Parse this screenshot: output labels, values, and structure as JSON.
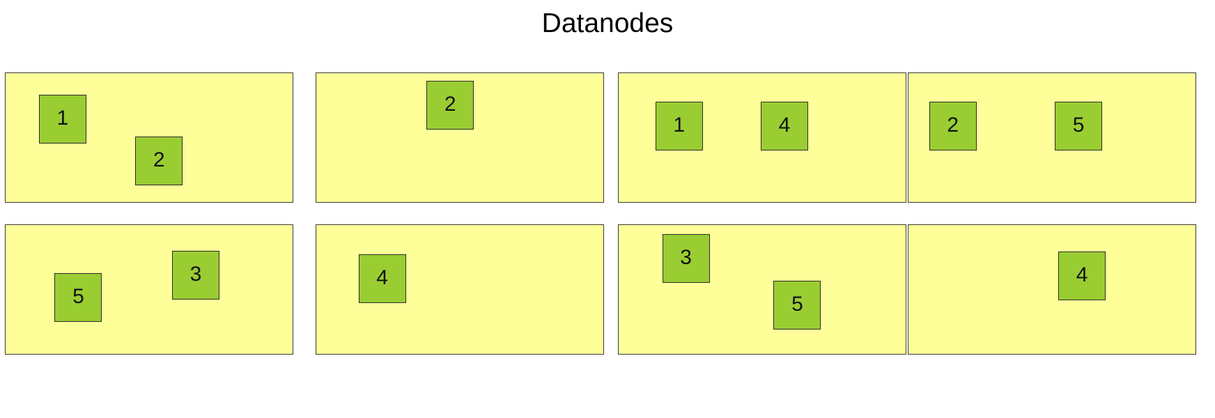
{
  "figure": {
    "title": "Datanodes",
    "colors": {
      "panel_fill": "#ffff99",
      "panel_border": "#3a3a3a",
      "block_fill": "#9acd32",
      "block_border": "#2b2b2b",
      "text": "#000000",
      "background": "#ffffff"
    }
  },
  "chart_data": {
    "type": "diagram",
    "title": "Datanodes",
    "xlabel": "",
    "ylabel": "",
    "grid": false,
    "legend": false,
    "layout": {
      "rows": 2,
      "columns": 4,
      "panels": 8
    },
    "panels": [
      {
        "index": 0,
        "row": 0,
        "column": 0,
        "blocks": [
          {
            "label": "1",
            "x_pct": 11.6,
            "y_pct": 16.6
          },
          {
            "label": "2",
            "x_pct": 45.2,
            "y_pct": 49.2
          }
        ]
      },
      {
        "index": 1,
        "row": 0,
        "column": 1,
        "blocks": [
          {
            "label": "2",
            "x_pct": 38.4,
            "y_pct": 5.9
          }
        ]
      },
      {
        "index": 2,
        "row": 0,
        "column": 2,
        "blocks": [
          {
            "label": "1",
            "x_pct": 12.8,
            "y_pct": 21.9
          },
          {
            "label": "4",
            "x_pct": 49.5,
            "y_pct": 21.9
          }
        ]
      },
      {
        "index": 3,
        "row": 0,
        "column": 3,
        "blocks": [
          {
            "label": "2",
            "x_pct": 7.2,
            "y_pct": 21.9
          },
          {
            "label": "5",
            "x_pct": 51.0,
            "y_pct": 21.9
          }
        ]
      },
      {
        "index": 4,
        "row": 1,
        "column": 0,
        "blocks": [
          {
            "label": "5",
            "x_pct": 17.1,
            "y_pct": 37.4
          },
          {
            "label": "3",
            "x_pct": 58.0,
            "y_pct": 19.8
          }
        ]
      },
      {
        "index": 5,
        "row": 1,
        "column": 1,
        "blocks": [
          {
            "label": "4",
            "x_pct": 14.7,
            "y_pct": 22.5
          }
        ]
      },
      {
        "index": 6,
        "row": 1,
        "column": 2,
        "blocks": [
          {
            "label": "3",
            "x_pct": 15.2,
            "y_pct": 7.0
          },
          {
            "label": "5",
            "x_pct": 54.0,
            "y_pct": 43.3
          }
        ]
      },
      {
        "index": 7,
        "row": 1,
        "column": 3,
        "blocks": [
          {
            "label": "4",
            "x_pct": 52.2,
            "y_pct": 20.3
          }
        ]
      }
    ]
  }
}
